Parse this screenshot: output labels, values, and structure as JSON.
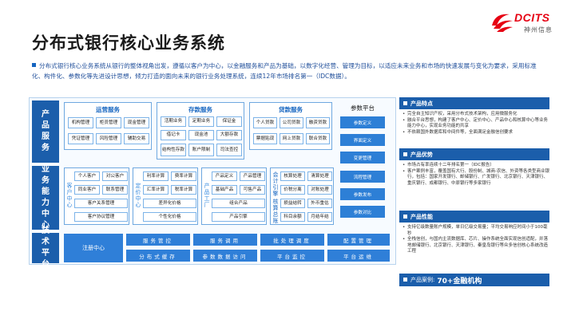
{
  "logo": {
    "brand": "DCITS",
    "sub": "神州信息"
  },
  "title": "分布式银行核心业务系统",
  "intro": "分布式银行核心业务系统从银行的整体视角出发，遵循以客户为中心，以金融服务和产品为基础，以数字化经营、管理为目标，以适应未来业务和市场的快速发展与变化为要求，采用标准化、构件化、参数化等先进设计思想，倾力打造的面向未来的银行业务处理系统，连续12年市场排名第一（IDC数据）。",
  "rows": {
    "product": "产品服务",
    "capability": "业务能力中心",
    "tech": "技术平台"
  },
  "product_sections": {
    "ops": {
      "title": "运营服务",
      "cells": [
        "机构管理",
        "柜员管理",
        "现金管理",
        "凭证管理",
        "风险管理",
        "辅助交易"
      ]
    },
    "deposit": {
      "title": "存款服务",
      "cells": [
        "活期业务",
        "定期业务",
        "保证金",
        "借记卡",
        "现金池",
        "大额存款",
        "结构性存款",
        "账户限制",
        "司法查控"
      ]
    },
    "loan": {
      "title": "贷款服务",
      "cells": [
        "个人贷款",
        "公司贷款",
        "融资贷款",
        "票据贴现",
        "网上贷款",
        "联合贷款"
      ]
    }
  },
  "params": {
    "title": "参数平台",
    "items": [
      "参数定义",
      "界面定义",
      "变更管理",
      "流程管理",
      "参数发布",
      "参数对比"
    ]
  },
  "capability_sections": {
    "customer": {
      "label": "客户中心",
      "cells": [
        "个人客户",
        "对公客户",
        "同业客户",
        "联系管理",
        "客户关系管理",
        "客户协议管理"
      ]
    },
    "pricing": {
      "label": "定价中心",
      "cells": [
        "利率计算",
        "费率计算",
        "汇率计算",
        "税率计算",
        "差异化价格",
        "个性化价格"
      ]
    },
    "product": {
      "label": "产品工厂",
      "cells": [
        "产品定义",
        "产品管理",
        "基础产品",
        "可售产品",
        "组合产品",
        "产品引擎"
      ]
    },
    "accounting": {
      "label1": "会计引擎",
      "label2": "核算总账",
      "cells": [
        "核算处理",
        "清算处理",
        "价税分离",
        "对账处理",
        "损益结转",
        "外币重估",
        "科目余额",
        "月结年结"
      ]
    }
  },
  "tech": {
    "registry": "注册中心",
    "buttons": [
      "服务管控",
      "服务调用",
      "批处理调度",
      "配置管理",
      "分布式缓存",
      "参数数据访问",
      "平台监控",
      "平台运维"
    ]
  },
  "features": {
    "title": "产品特点",
    "items": [
      "完全自主知识产权，采用分布式技术架构，应用微服务化",
      "融合平台思想，构建了客户中心、定价中心、产品中心和核算中心等业务能力中心，实现业务功能的共享",
      "不依赖国外数据库和中间件等，全面满足金融信创要求"
    ]
  },
  "advantages": {
    "title": "产品优势",
    "items": [
      "市场占有率连续十二年排名第一（IDC报告）",
      "客户案例丰富，覆盖国有大行、股份制、城商-农信、外资等各类型商业银行，包括：国家开发银行、邮储银行、广发银行、北京银行、天津银行、重庆银行、成都银行、中原银行等多家银行"
    ]
  },
  "performance": {
    "title": "产品性能",
    "items": [
      "支持亿级数量账户规模，单日亿级交易量；平均交易响应时间小于100毫秒",
      "全栈信创，与国内主流数据库、芯片、操作系统全面实现信创适配，并落地邮储银行、北京银行、天津银行、秦皇岛银行等众多信创核心系统改造工程"
    ]
  },
  "case": {
    "label": "产品案例:",
    "value": "70+金融机构"
  }
}
